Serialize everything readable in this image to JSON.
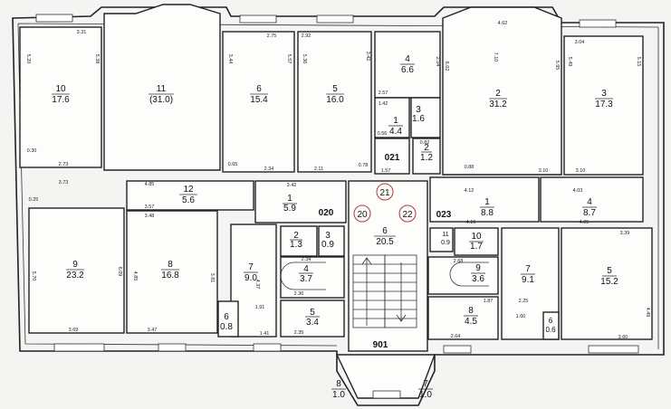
{
  "plan": {
    "rooms": [
      {
        "number": "10",
        "area": "17.6"
      },
      {
        "number": "11",
        "area": "(31.0)"
      },
      {
        "number": "6",
        "area": "15.4"
      },
      {
        "number": "5",
        "area": "16.0"
      },
      {
        "number": "4",
        "area": "6.6"
      },
      {
        "number": "1",
        "area": "4.4"
      },
      {
        "number": "3",
        "area": "1.6"
      },
      {
        "number": "2",
        "area": "1.2"
      },
      {
        "number": "2",
        "area": "31.2"
      },
      {
        "number": "3",
        "area": "17.3"
      },
      {
        "number": "9",
        "area": "23.2"
      },
      {
        "number": "8",
        "area": "16.8"
      },
      {
        "number": "12",
        "area": "5.6"
      },
      {
        "number": "1",
        "area": "5.9"
      },
      {
        "number": "7",
        "area": "9.0"
      },
      {
        "number": "6",
        "area": "0.8"
      },
      {
        "number": "2",
        "area": "1.3"
      },
      {
        "number": "3",
        "area": "0.9"
      },
      {
        "number": "4",
        "area": "3.7"
      },
      {
        "number": "5",
        "area": "3.4"
      },
      {
        "number": "6",
        "area": "20.5"
      },
      {
        "number": "8",
        "area": "1.0"
      },
      {
        "number": "7",
        "area": "1.0"
      },
      {
        "number": "1",
        "area": "8.8"
      },
      {
        "number": "4",
        "area": "8.7"
      },
      {
        "number": "11",
        "area": "0.9"
      },
      {
        "number": "10",
        "area": "1.7"
      },
      {
        "number": "9",
        "area": "3.6"
      },
      {
        "number": "8",
        "area": "4.5"
      },
      {
        "number": "7",
        "area": "9.1"
      },
      {
        "number": "6",
        "area": "0.6"
      },
      {
        "number": "5",
        "area": "15.2"
      }
    ],
    "codes": [
      "021",
      "020",
      "023",
      "901"
    ],
    "markers": [
      "20",
      "21",
      "22"
    ],
    "dimensions": [
      "3.31",
      "5.20",
      "5.38",
      "2.73",
      "3.73",
      "0.30",
      "0.25",
      "2.75",
      "3.44",
      "5.57",
      "2.34",
      "0.65",
      "2.92",
      "5.36",
      "2.11",
      "0.78",
      "3.42",
      "2.57",
      "2.54",
      "1.42",
      "0.56",
      "1.57",
      "0.82",
      "4.62",
      "6.02",
      "7.10",
      "5.95",
      "3.04",
      "5.49",
      "5.15",
      "0.88",
      "3.10",
      "3.10",
      "4.85",
      "3.57",
      "3.48",
      "5.70",
      "6.09",
      "4.85",
      "3.81",
      "3.69",
      "3.47",
      "3.42",
      "4.12",
      "4.03",
      "4.16",
      "4.25",
      "2.68",
      "1.87",
      "2.64",
      "2.25",
      "1.60",
      "3.39",
      "3.60",
      "4.49",
      "2.36",
      "2.34",
      "2.35",
      "1.91",
      "1.41",
      "4.37"
    ]
  }
}
